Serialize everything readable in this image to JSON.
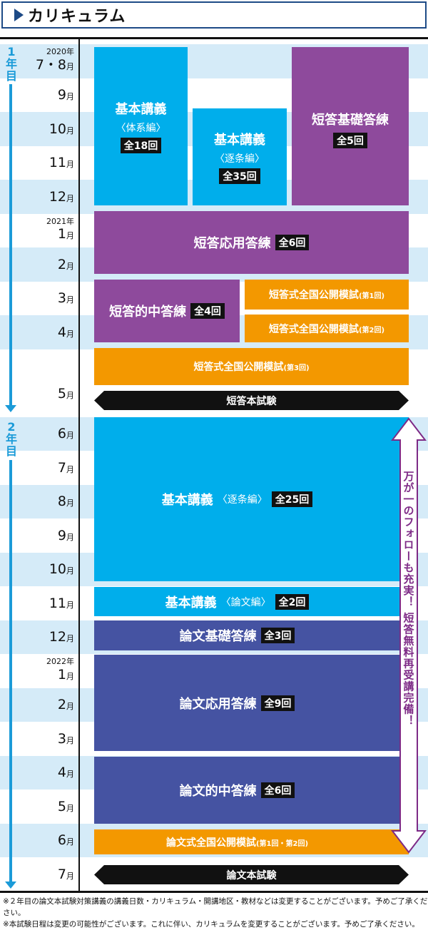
{
  "title": "カリキュラム",
  "years": {
    "y1": [
      "1",
      "年",
      "目"
    ],
    "y2": [
      "2",
      "年",
      "目"
    ]
  },
  "months": [
    {
      "year": "2020年",
      "label": "7・8",
      "unit": "月"
    },
    {
      "label": "9",
      "unit": "月"
    },
    {
      "label": "10",
      "unit": "月"
    },
    {
      "label": "11",
      "unit": "月"
    },
    {
      "label": "12",
      "unit": "月"
    },
    {
      "year": "2021年",
      "label": "1",
      "unit": "月"
    },
    {
      "label": "2",
      "unit": "月"
    },
    {
      "label": "3",
      "unit": "月"
    },
    {
      "label": "4",
      "unit": "月"
    },
    {
      "label": "5",
      "unit": "月"
    },
    {
      "label": "6",
      "unit": "月"
    },
    {
      "label": "7",
      "unit": "月"
    },
    {
      "label": "8",
      "unit": "月"
    },
    {
      "label": "9",
      "unit": "月"
    },
    {
      "label": "10",
      "unit": "月"
    },
    {
      "label": "11",
      "unit": "月"
    },
    {
      "label": "12",
      "unit": "月"
    },
    {
      "year": "2022年",
      "label": "1",
      "unit": "月"
    },
    {
      "label": "2",
      "unit": "月"
    },
    {
      "label": "3",
      "unit": "月"
    },
    {
      "label": "4",
      "unit": "月"
    },
    {
      "label": "5",
      "unit": "月"
    },
    {
      "label": "6",
      "unit": "月"
    },
    {
      "label": "7",
      "unit": "月"
    }
  ],
  "blocks": {
    "kihon_taikei": {
      "title": "基本講義",
      "sub": "〈体系編〉",
      "count": "全18回"
    },
    "kihon_chikujo1": {
      "title": "基本講義",
      "sub": "〈逐条編〉",
      "count": "全35回"
    },
    "tanto_kiso": {
      "title": "短答基礎答練",
      "count": "全5回"
    },
    "tanto_oyo": {
      "title": "短答応用答練",
      "count": "全6回"
    },
    "tanto_tekichu": {
      "title": "短答的中答練",
      "count": "全4回"
    },
    "moshi1": {
      "title": "短答式全国公開模試",
      "sub": "(第1回)"
    },
    "moshi2": {
      "title": "短答式全国公開模試",
      "sub": "(第2回)"
    },
    "moshi3": {
      "title": "短答式全国公開模試",
      "sub": "(第3回)"
    },
    "tanto_exam": "短答本試験",
    "kihon_chikujo2": {
      "title": "基本講義",
      "sub": "〈逐条編〉",
      "count": "全25回"
    },
    "kihon_ronbun": {
      "title": "基本講義",
      "sub": "〈論文編〉",
      "count": "全2回"
    },
    "ronbun_kiso": {
      "title": "論文基礎答練",
      "count": "全3回"
    },
    "ronbun_oyo": {
      "title": "論文応用答練",
      "count": "全9回"
    },
    "ronbun_tekichu": {
      "title": "論文的中答練",
      "count": "全6回"
    },
    "ronbun_moshi": {
      "title": "論文式全国公開模試",
      "sub": "(第1回・第2回)"
    },
    "ronbun_exam": "論文本試験"
  },
  "follow": "万が一のフォローも充実！ 短答無料再受講完備！",
  "notes": [
    "※２年目の論文本試験対策講義の講義日数・カリキュラム・開講地区・教材などは変更することがございます。予めご了承ください。",
    "※本試験日程は変更の可能性がございます。これに伴い、カリキュラムを変更することがございます。予めご了承ください。"
  ],
  "colors": {
    "blue": "#00aeeb",
    "purple": "#8e4a9c",
    "orange": "#f39800",
    "navy": "#4553a2",
    "stripe": "#d5ebf8"
  }
}
